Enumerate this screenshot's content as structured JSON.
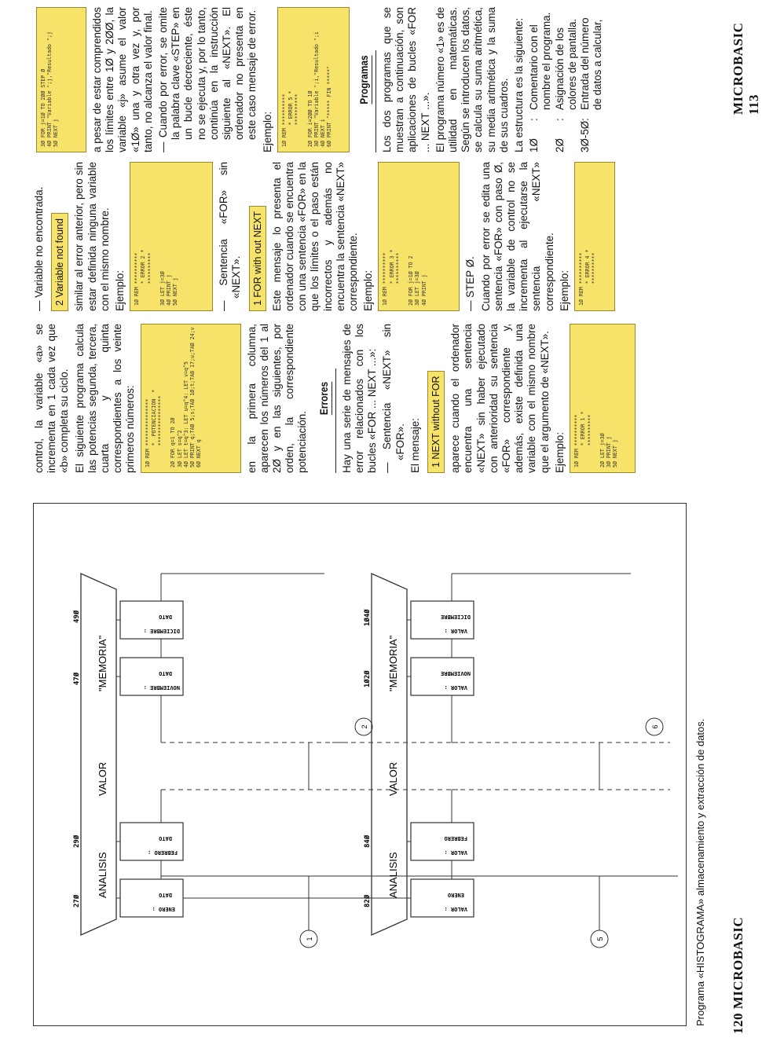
{
  "folio_left": "120 MICROBASIC",
  "folio_right": "MICROBASIC 113",
  "caption": "Programa «HISTOGRAMA» almacenamiento y extracción de datos.",
  "diagram": {
    "top": {
      "header_left": "ANALISIS",
      "header_mid": "VALOR",
      "header_right": "\"MEMORIA\"",
      "connector_in": "1",
      "connector_out": "2",
      "addresses": [
        "27Ø",
        "29Ø",
        "47Ø",
        "49Ø"
      ],
      "boxes": [
        {
          "title": "ENERO :",
          "sub": "DATO"
        },
        {
          "title": "FEBRERO :",
          "sub": "DATO"
        },
        {
          "title": "NOVIEMBRE :",
          "sub": "DATO"
        },
        {
          "title": "DICIEMBRE :",
          "sub": "DATO"
        }
      ]
    },
    "bottom": {
      "header_left": "ANALISIS",
      "header_mid": "VALOR",
      "header_right": "\"MEMORIA\"",
      "connector_in": "5",
      "connector_out": "6",
      "addresses": [
        "82Ø",
        "84Ø",
        "1Ø2Ø",
        "1Ø4Ø"
      ],
      "boxes": [
        {
          "title": "VALOR :",
          "sub": "ENERO"
        },
        {
          "title": "VALOR :",
          "sub": "FEBRERO"
        },
        {
          "title": "VALOR :",
          "sub": "NOVIEMBRE"
        },
        {
          "title": "VALOR :",
          "sub": "DICIEMBRE"
        }
      ]
    }
  },
  "col1": {
    "p1": "control, la variable «a» se incrementa en 1 cada vez que «b» completa su ciclo.",
    "p2": "El siguiente programa calcula las potencias segunda, tercera, cuarta y quinta correspondientes a los veinte primeros números:",
    "screen1": "1Ø REM ***************\n       *  POTENCIACION  *\n       ****************\n\n2Ø FOR q=1 TO 2Ø\n3Ø LET s=q^2\n4Ø LET t=q^3: LET u=q^4: LET v=q^5\n5Ø PRINT q;TAB 5;s;TAB 1Ø;t;TAB 17;u;TAB 24;v\n6Ø NEXT q",
    "p3": "en la primera columna, aparecen los números del 1 al 2Ø y en las siguientes, por orden, la correspondiente potenciación.",
    "h_errores": "Errores",
    "p4": "Hay una serie de mensajes de error relacionados con los bucles «FOR ... NEXT ...»:",
    "p5": "— Sentencia «NEXT» sin «FOR».",
    "p6": "El mensaje:",
    "msg1": "1 NEXT without FOR",
    "p7": "aparece cuando el ordenador encuentra una sentencia «NEXT» sin haber ejecutado con anterioridad su sentencia «FOR» correspondiente y, además, existe definida una variable con el mismo nombre que el argumento de «NEXT».",
    "p8": "Ejemplo:",
    "screen2": "1Ø REM **********\n       * ERROR 1 *\n       **********\n\n2Ø LET j=3Ø\n3Ø PRINT j\n5Ø NEXT j"
  },
  "col2": {
    "p1": "— Variable no encontrada.",
    "msg1": "2 Variable not found",
    "p2": "similar al error anterior, pero sin estar definida ninguna variable con el mismo nombre.",
    "p3": "Ejemplo:",
    "screen1": "1Ø REM **********\n       * ERROR 2 *\n       **********\n\n3Ø LET j=3Ø\n4Ø PRINT j\n5Ø NEXT j",
    "p4": "— Sentencia «FOR» sin «NEXT».",
    "msg2": "1 FOR with out NEXT",
    "p5": "Este mensaje lo presenta el ordenador cuando se encuentra con una sentencia «FOR» en la que los límites o el paso están incorrectos y además no encuentra la sentencia «NEXT» correspondiente.",
    "p6": "Ejemplo:",
    "screen2": "1Ø REM **********\n       * ERROR 3 *\n       **********\n\n2Ø FOR j=1Ø TO 2\n3Ø LET j=3Ø\n4Ø PRINT j",
    "p7": "— STEP Ø.",
    "p8": "Cuando por error se edita una sentencia «FOR» con paso Ø, la variable de control no se incrementa al ejecutarse la sentencia «NEXT» correspondiente.",
    "p9": "Ejemplo:",
    "screen3": "1Ø REM **********\n       * ERROR 4 *\n       **********"
  },
  "col3": {
    "screen1": "3Ø FOR j=1Ø TO 2ØØ STEP Ø\n4Ø PRINT \"Variable \";j,\"Resultado \";j\n5Ø NEXT j",
    "p1": "a pesar de estar comprendidos los límites entre 1Ø y 2ØØ, la variable «j» asume el valor «1Ø» una y otra vez y, por tanto, no alcanza el valor final.",
    "p2": "— Cuando por error, se omite la palabra clave «STEP» en un bucle decreciente, éste no se ejecuta y, por lo tanto, continúa en la instrucción siguiente al «NEXT». El ordenador no presenta en este caso mensaje de error.",
    "p3": "Ejemplo:",
    "screen2": "1Ø REM **********\n       * ERROR 5 *\n       **********\n\n2Ø FOR i=2ØØ TO 1Ø\n3Ø PRINT \"Variable \";i,\"Resultado \";i\n4Ø NEXT i\n6Ø PRINT \"***** FIN *****\"",
    "h_programas": "Programas",
    "p4": "Los dos programas que se muestran a continuación, son aplicaciones de bucles «FOR ... NEXT ...».",
    "p5": "El programa número «1» es de utilidad en matemáticas. Según se introducen los datos, se calcula su suma aritmética, su media aritmética y la suma de sus cuadros.",
    "p6": "La estructura es la siguiente:",
    "items": [
      {
        "k": "1Ø",
        "v": "Comentario con el nombre el programa."
      },
      {
        "k": "2Ø",
        "v": "Asignación de los colores de pantalla."
      },
      {
        "k": "3Ø-5Ø",
        "v": "Entrada del número de datos a calcular,"
      }
    ]
  }
}
